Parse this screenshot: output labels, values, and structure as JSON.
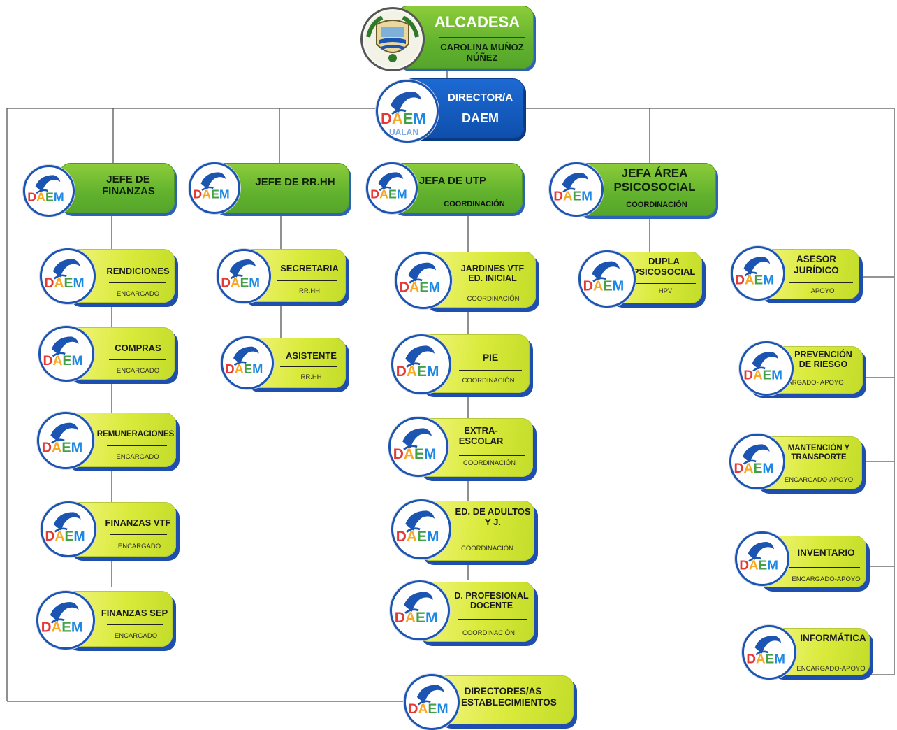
{
  "logo_text": {
    "daem": "DAEM",
    "sub": "UALAN"
  },
  "mayor": {
    "title": "ALCADESA",
    "name": "CAROLINA MUÑOZ NÚÑEZ"
  },
  "director": {
    "title": "DIRECTOR/A",
    "subtitle": "DAEM"
  },
  "heads": {
    "finanzas": {
      "title": "JEFE DE FINANZAS"
    },
    "rrhh": {
      "title": "JEFE DE RR.HH"
    },
    "utp": {
      "title": "JEFA DE UTP",
      "sub": "COORDINACIÓN"
    },
    "psico": {
      "title": "JEFA ÁREA PSICOSOCIAL",
      "sub": "COORDINACIÓN"
    }
  },
  "finanzas_units": [
    {
      "title": "RENDICIONES",
      "sub": "ENCARGADO"
    },
    {
      "title": "COMPRAS",
      "sub": "ENCARGADO"
    },
    {
      "title": "REMUNERACIONES",
      "sub": "ENCARGADO"
    },
    {
      "title": "FINANZAS VTF",
      "sub": "ENCARGADO"
    },
    {
      "title": "FINANZAS SEP",
      "sub": "ENCARGADO"
    }
  ],
  "rrhh_units": [
    {
      "title": "SECRETARIA",
      "sub": "RR.HH"
    },
    {
      "title": "ASISTENTE",
      "sub": "RR.HH"
    }
  ],
  "utp_units": [
    {
      "title": "JARDINES VTF ED. INICIAL",
      "sub": "COORDINACIÓN"
    },
    {
      "title": "PIE",
      "sub": "COORDINACIÓN"
    },
    {
      "title": "EXTRA-ESCOLAR",
      "sub": "COORDINACIÓN"
    },
    {
      "title": "ED. DE ADULTOS Y J.",
      "sub": "COORDINACIÓN"
    },
    {
      "title": "D. PROFESIONAL DOCENTE",
      "sub": "COORDINACIÓN"
    }
  ],
  "psico_units": [
    {
      "title": "DUPLA PSICOSOCIAL",
      "sub": "HPV"
    }
  ],
  "support_units": [
    {
      "title": "ASESOR JURÍDICO",
      "sub": "APOYO"
    },
    {
      "title": "PREVENCIÓN DE RIESGO",
      "sub": "ENCARGADO- APOYO"
    },
    {
      "title": "MANTENCIÓN Y TRANSPORTE",
      "sub": "ENCARGADO-APOYO"
    },
    {
      "title": "INVENTARIO",
      "sub": "ENCARGADO-APOYO"
    },
    {
      "title": "INFORMÁTICA",
      "sub": "ENCARGADO-APOYO"
    }
  ],
  "directores": {
    "title": "DIRECTORES/AS ESTABLECIMIENTOS"
  },
  "colors": {
    "node_yellow": "#d9ea3a",
    "node_green": "#62b22e",
    "node_blue": "#0e4fad",
    "shadow_blue": "#1f4fae",
    "connector": "#555555"
  }
}
